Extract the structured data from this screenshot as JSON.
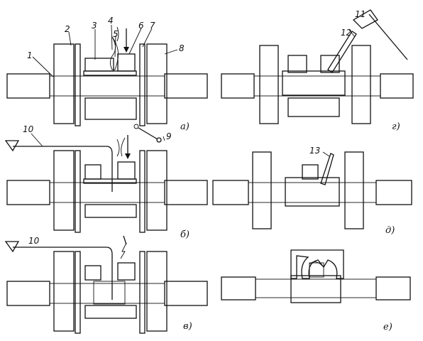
{
  "figure": {
    "panels": [
      {
        "id": "a",
        "letter": "а)"
      },
      {
        "id": "b",
        "letter": "б)"
      },
      {
        "id": "v",
        "letter": "в)"
      },
      {
        "id": "g",
        "letter": "г)"
      },
      {
        "id": "d",
        "letter": "д)"
      },
      {
        "id": "e",
        "letter": "е)"
      }
    ],
    "callouts": {
      "n1": "1",
      "n2": "2",
      "n3": "3",
      "n4": "4",
      "n5": "5",
      "n6": "6",
      "n7": "7",
      "n8": "8",
      "n9": "9",
      "n10a": "10",
      "n10b": "10",
      "n11": "11",
      "n12": "12",
      "n13": "13"
    }
  }
}
